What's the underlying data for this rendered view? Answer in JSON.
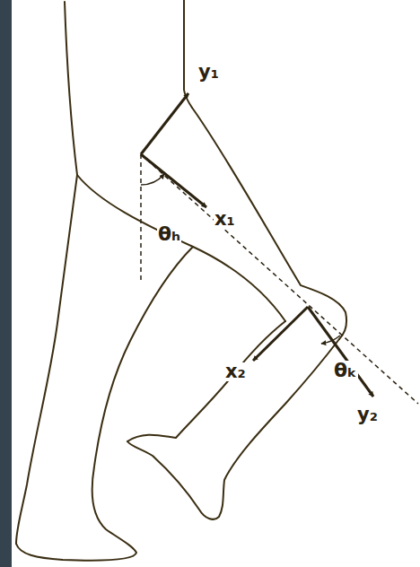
{
  "diagram": {
    "labels": [
      "y₁",
      "x₁",
      "θₕ",
      "x₂",
      "y₂",
      "θₖ"
    ]
  }
}
